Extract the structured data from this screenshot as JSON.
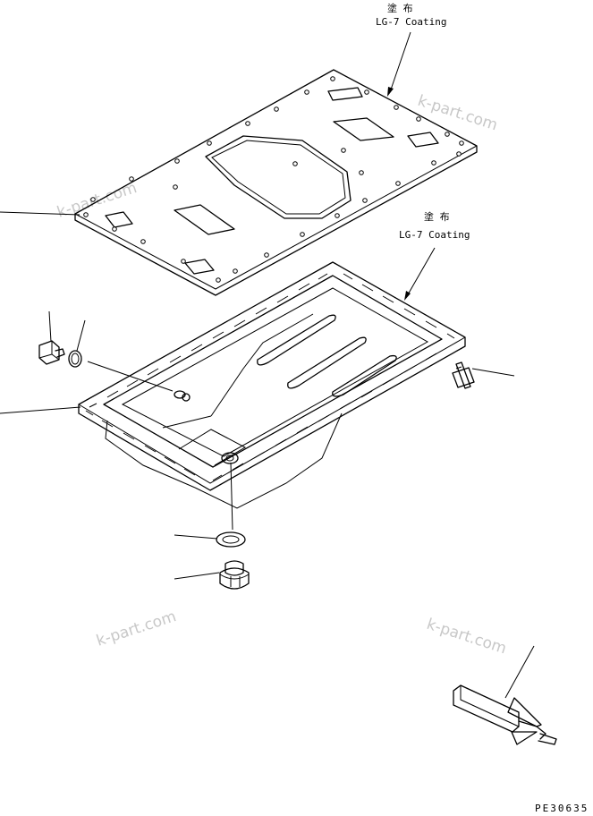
{
  "annotations": {
    "coating_top_jp": "塗 布",
    "coating_top_en": "LG-7 Coating",
    "coating_pan_jp": "塗 布",
    "coating_pan_en": "LG-7 Coating"
  },
  "watermarks": [
    "k-part.com",
    "k-part.com",
    "k-part.com",
    "k-part.com"
  ],
  "figure_code": "PE30635"
}
